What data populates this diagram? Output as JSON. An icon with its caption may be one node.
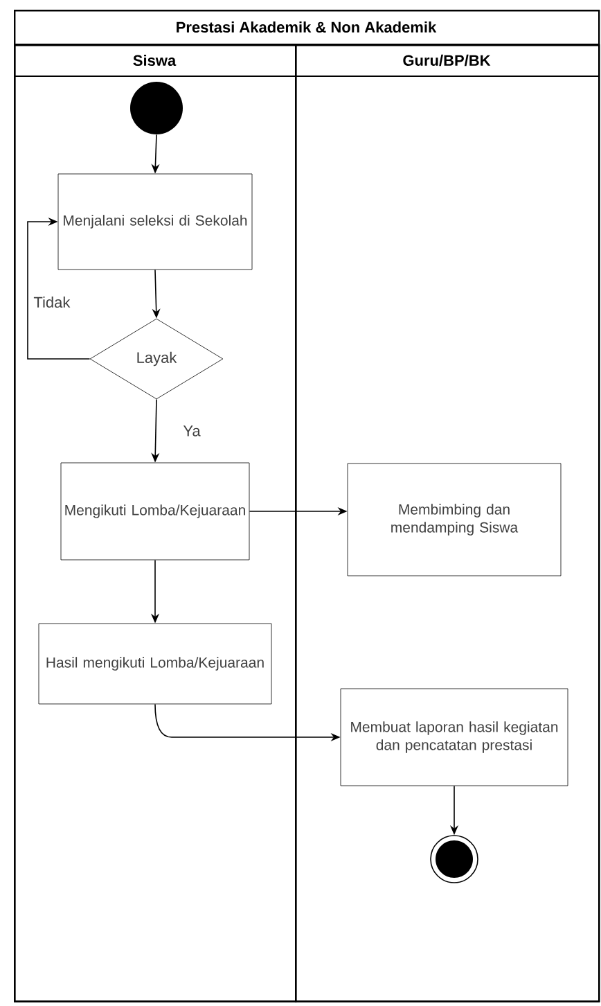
{
  "diagram": {
    "nodes": [
      {
        "text": [
          "Prestasi Akademik & Non Akademik"
        ]
      },
      {
        "text": [
          "Siswa"
        ],
        "in": 0
      },
      {
        "text": [
          "Guru/BP/BK"
        ],
        "in": 0
      },
      {
        "text": [],
        "shape": "circle",
        "in": 1
      },
      {
        "text": [
          "Menjalani seleksi di Sekolah"
        ],
        "in": 1
      },
      {
        "text": [
          "Layak"
        ],
        "in": 1
      },
      {
        "text": [
          "Mengikuti Lomba/Kejuaraan"
        ],
        "in": 1
      },
      {
        "text": [
          "Membimbing dan mendamping Siswa"
        ],
        "in": 2
      },
      {
        "text": [
          "Hasil mengikuti Lomba/Kejuaraan"
        ],
        "in": 1
      },
      {
        "text": [
          "Membuat laporan hasil kegiatan dan pencatatan prestasi"
        ],
        "in": 2
      },
      {
        "text": [],
        "shape": "circle",
        "in": 2
      }
    ],
    "edges": [
      {
        "from": 3,
        "to": 4,
        "arrow": "to"
      },
      {
        "from": 4,
        "to": 5,
        "arrow": "to"
      },
      {
        "from": 5,
        "to": 4,
        "arrow": "to",
        "label": "Tidak"
      },
      {
        "from": 5,
        "to": 6,
        "arrow": "to",
        "label": "Ya"
      },
      {
        "from": 6,
        "to": 7,
        "arrow": "to"
      },
      {
        "from": 6,
        "to": 8,
        "arrow": "to"
      },
      {
        "from": 8,
        "to": 9,
        "arrow": "to"
      },
      {
        "from": 9,
        "to": 10,
        "arrow": "to"
      }
    ]
  }
}
